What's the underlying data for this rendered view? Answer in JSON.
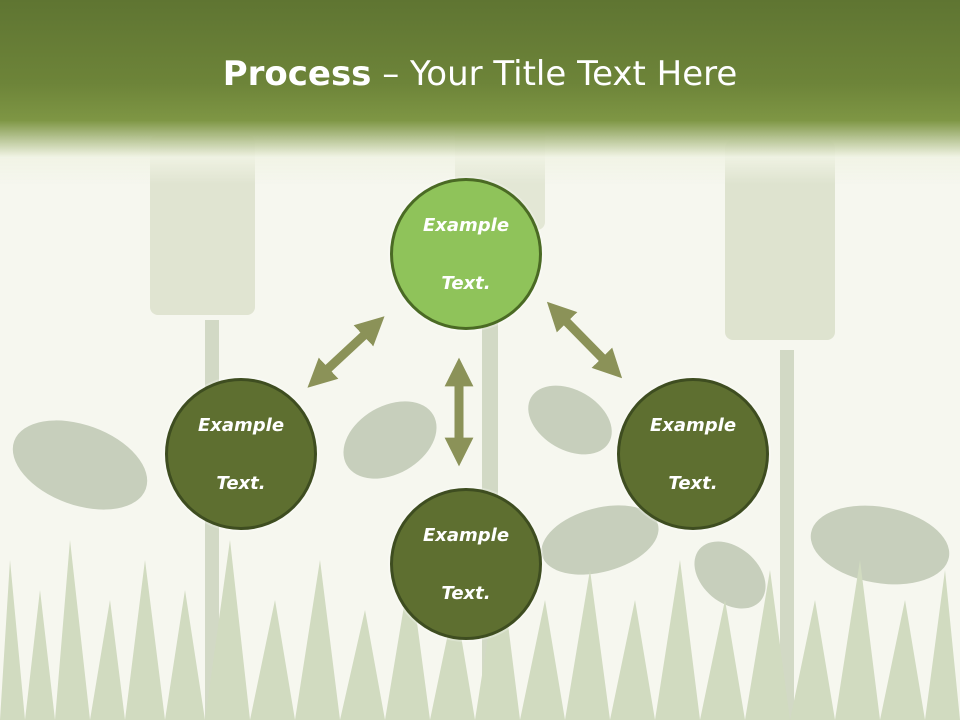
{
  "title": {
    "strong": "Process",
    "rest": " – Your Title Text Here"
  },
  "nodes": {
    "top": {
      "line1": "Example",
      "line2": "Text."
    },
    "left": {
      "line1": "Example",
      "line2": "Text."
    },
    "right": {
      "line1": "Example",
      "line2": "Text."
    },
    "bottom": {
      "line1": "Example",
      "line2": "Text."
    }
  },
  "colors": {
    "header": "#6d8439",
    "node_highlight": "#8fc35a",
    "node": "#5e6f30",
    "arrow": "#8b9258"
  }
}
